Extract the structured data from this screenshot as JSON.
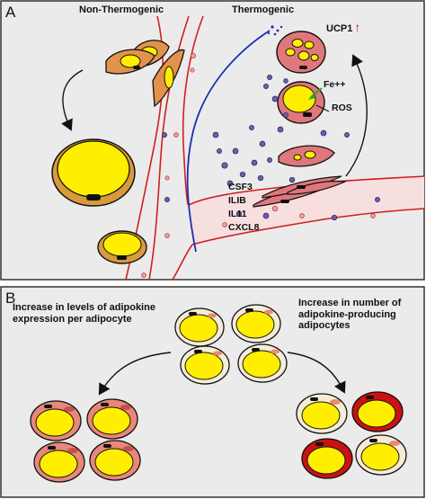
{
  "panel_a": {
    "letter": "A",
    "left_heading": "Non-Thermogenic",
    "right_heading": "Thermogenic",
    "ucp1_label": "UCP1",
    "ucp1_arrow": "↑",
    "iron_label": "Fe++",
    "ros_label": "ROS",
    "cytokines": [
      "CSF3",
      "ILIB",
      "IL11",
      "CXCL8"
    ]
  },
  "panel_b": {
    "letter": "B",
    "left_text": "Increase in levels of adipokine expression per adipocyte",
    "right_text": "Increase in number of adipokine-producing adipocytes"
  },
  "colors": {
    "panel_bg": "#ebebeb",
    "lipid": "#ffee00",
    "white_adipocyte": "#d89a3c",
    "beige_adipocyte": "#e0777c",
    "vessel": "#d01f1f",
    "nerve": "#1a2fb0",
    "ucp1_arrow": "#d01f1f",
    "dark_red_adipocyte": "#cc1111"
  }
}
